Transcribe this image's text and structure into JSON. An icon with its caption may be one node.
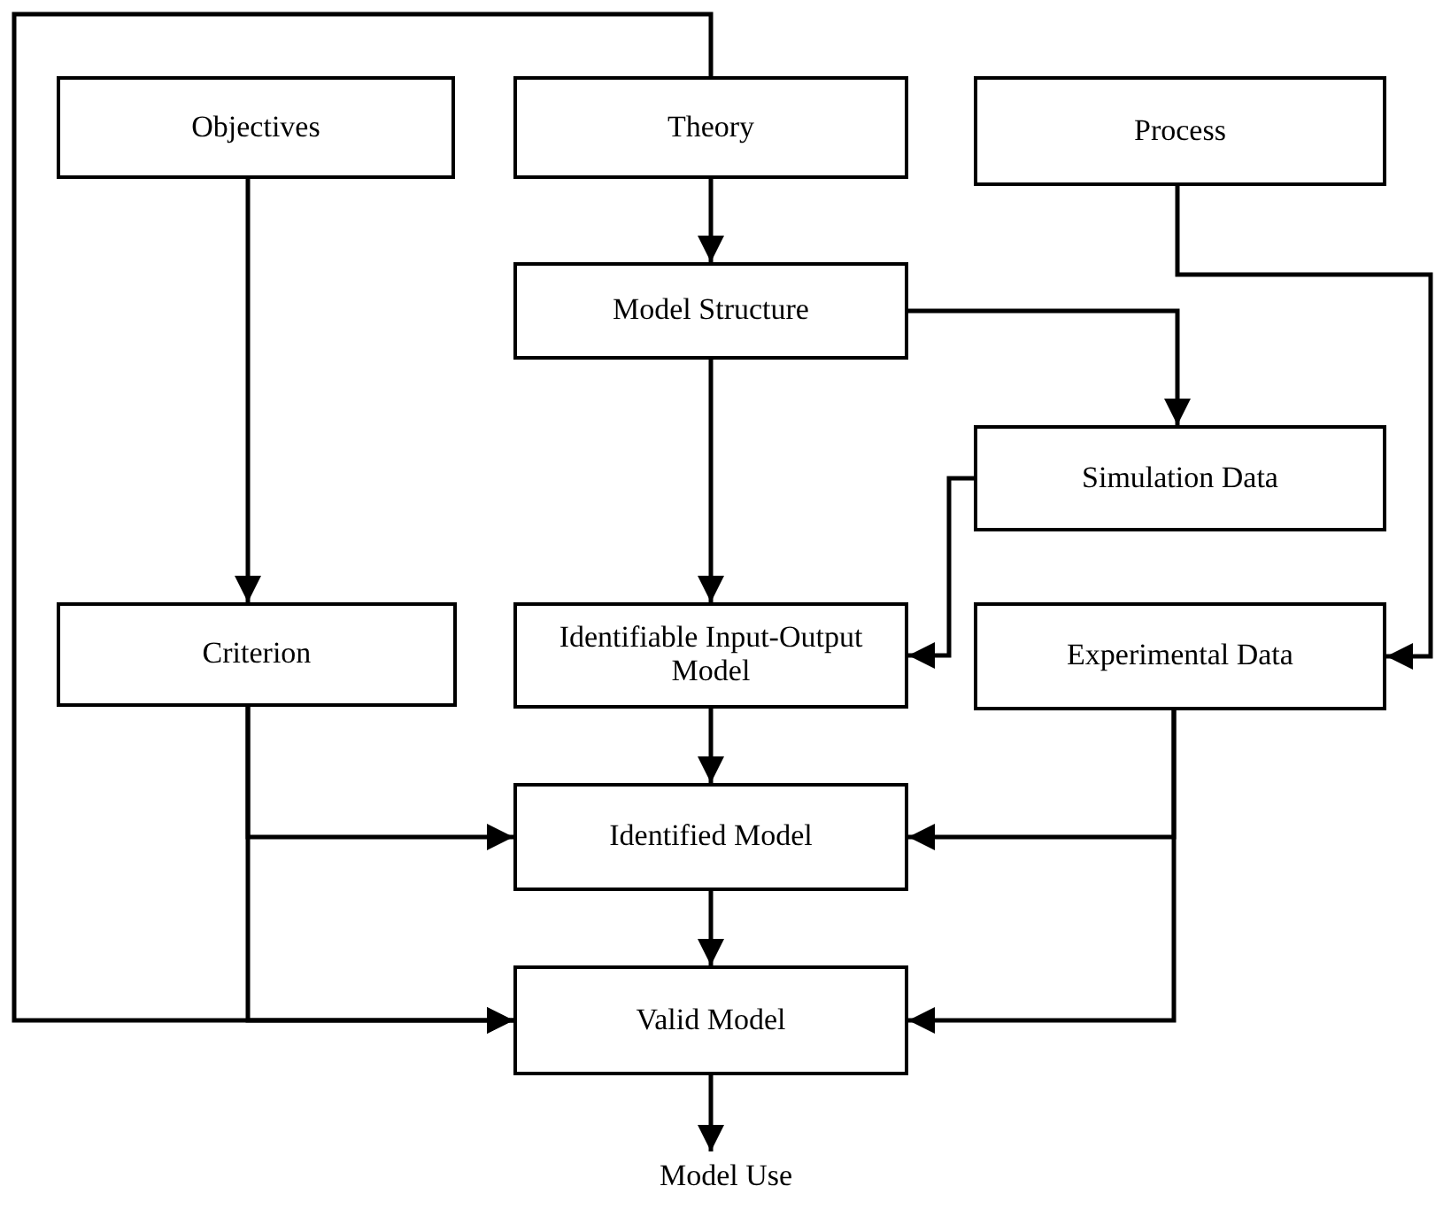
{
  "diagram": {
    "nodes": [
      {
        "text": [
          "Objectives"
        ]
      },
      {
        "text": [
          "Theory"
        ]
      },
      {
        "text": [
          "Process"
        ]
      },
      {
        "text": [
          "Model Structure"
        ]
      },
      {
        "text": [
          "Simulation Data"
        ]
      },
      {
        "text": [
          "Criterion"
        ]
      },
      {
        "text": [
          "Identifiable Input-Output Model"
        ]
      },
      {
        "text": [
          "Experimental Data"
        ]
      },
      {
        "text": [
          "Identified Model"
        ]
      },
      {
        "text": [
          "Valid Model"
        ]
      },
      {
        "text": [
          "Model Use"
        ]
      }
    ],
    "edges": [
      {
        "from": 0,
        "to": 5,
        "arrow": "to"
      },
      {
        "from": 1,
        "to": 3,
        "arrow": "to"
      },
      {
        "from": 2,
        "to": 7,
        "arrow": "to"
      },
      {
        "from": 3,
        "to": 4,
        "arrow": "to"
      },
      {
        "from": 3,
        "to": 6,
        "arrow": "to"
      },
      {
        "from": 4,
        "to": 6,
        "arrow": "to"
      },
      {
        "from": 5,
        "to": 8,
        "arrow": "to"
      },
      {
        "from": 5,
        "to": 9,
        "arrow": "to"
      },
      {
        "from": 1,
        "to": 9,
        "arrow": "to"
      },
      {
        "from": 6,
        "to": 8,
        "arrow": "to"
      },
      {
        "from": 7,
        "to": 8,
        "arrow": "to"
      },
      {
        "from": 7,
        "to": 9,
        "arrow": "to"
      },
      {
        "from": 8,
        "to": 9,
        "arrow": "to"
      },
      {
        "from": 9,
        "to": 10,
        "arrow": "to"
      }
    ]
  }
}
